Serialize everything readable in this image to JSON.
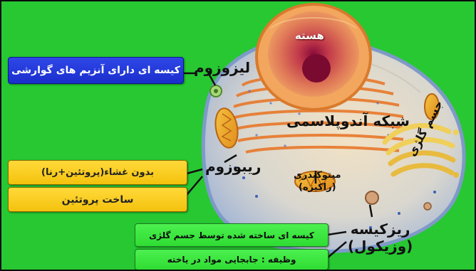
{
  "labels": {
    "nucleus": "هسته",
    "lysosome": "لیزوزوم",
    "er": "شبکه آندوپلاسمی",
    "golgi": "جسم گلژی",
    "mitochondria": "میتوکندری\n(راکیزه)",
    "ribosome": "ریبوزوم",
    "vesicle": "ریزکیسه\n(وزیکول)"
  },
  "boxes": {
    "lysosome_desc": "کیسه ای دارای آنزیم های گوارشی",
    "ribosome_structure": "بدون غشاء(پروتئین+رنا)",
    "ribosome_function": "ساخت پروتئین",
    "vesicle_desc": "کیسه ای ساخته شده توسط جسم گلژی",
    "vesicle_function": "وظیفه : جابجایی مواد در یاخته"
  },
  "colors": {
    "background": "#27c832",
    "blue_box": "#1f36d9",
    "yellow_box": "#f8c81c",
    "green_box": "#39e53c"
  }
}
